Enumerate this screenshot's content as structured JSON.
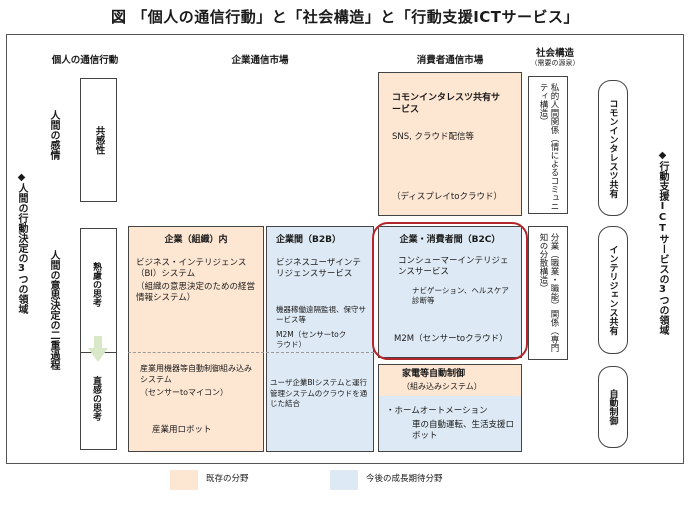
{
  "title": "図 「個人の通信行動」と「社会構造」と「行動支援ICTサービス」",
  "headers": {
    "personal": "個人の通信行動",
    "enterprise": "企業通信市場",
    "consumer": "消費者通信市場",
    "social": "社会構造",
    "social_sub": "（需要の源泉）"
  },
  "left_axis": "◆人間の行動決定の3つの領域",
  "right_axis": "◆行動支援ICTサービスの3つの領域",
  "rows": {
    "emotion": "人間の感情",
    "empathy": "共感性",
    "dual": "人間の意思決定の二重過程",
    "deliberate": "熟慮の思考",
    "intuitive": "直感の思考"
  },
  "common": {
    "title": "コモンインタレスツ共有サービス",
    "sns": "SNS, クラウド配信等",
    "display": "（ディスプレイtoクラウド）"
  },
  "social_boxes": {
    "private": "私的人間関係（情によるコミュニティ構造）",
    "division": "分業（職業・職能）関係（専門知の分散構造）"
  },
  "right_pills": {
    "common": "コモンインタレスツ共有",
    "intelligence": "インテリジェンス共有",
    "auto": "自動制御"
  },
  "enterprise_internal": {
    "title": "企業（組織）内",
    "bi": "ビジネス・インテリジェンス（BI）システム",
    "bi_note": "（組織の意思決定のための経営情報システム）",
    "embedded": "産業用機器等自動制御組み込みシステム",
    "embedded_note": "（センサーtoマイコン）",
    "robot": "産業用ロボット"
  },
  "b2b": {
    "title": "企業間（B2B）",
    "bui": "ビジネスユーザインテリジェンスサービス",
    "monitor": "機器稼働遠隔監視、保守サービス等",
    "m2m": "M2M（センサーtoクラウド）",
    "combine": "ユーザ企業BIシステムと運行管理システムのクラウドを通じた結合"
  },
  "b2c": {
    "title": "企業・消費者間（B2C）",
    "consumer_is": "コンシューマーインテリジェンスサービス",
    "navi": "ナビゲーション、ヘルスケア診断等",
    "m2m": "M2M（センサーtoクラウド）"
  },
  "home": {
    "title": "家電等自動制御",
    "sub": "（組み込みシステム）",
    "ha": "・ホームオートメーション",
    "car": "車の自動運転、生活支援ロボット"
  },
  "legend": {
    "existing": "既存の分野",
    "future": "今後の成長期待分野"
  },
  "colors": {
    "existing": "#fde6d2",
    "future": "#dde9f4",
    "highlight": "#b3262b"
  }
}
